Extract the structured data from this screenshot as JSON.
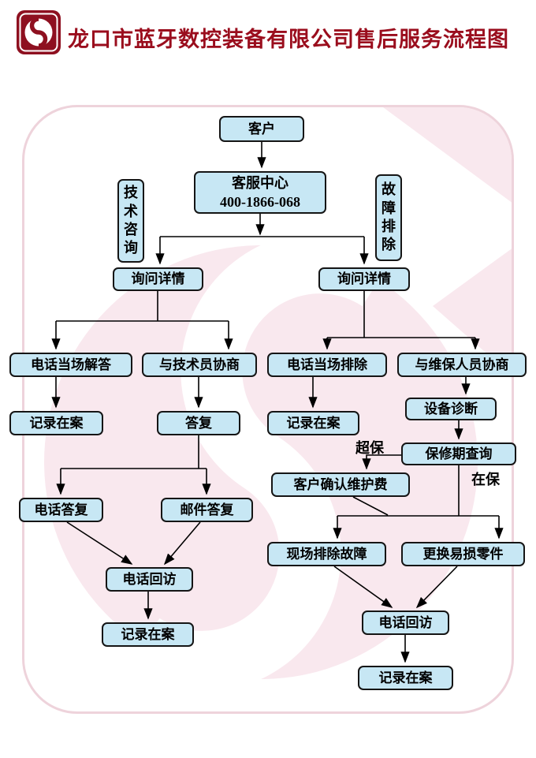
{
  "header": {
    "title": "龙口市蓝牙数控装备有限公司售后服务流程图"
  },
  "flow": {
    "customer": "客户",
    "service_center": {
      "line1": "客服中心",
      "line2": "400-1866-068"
    },
    "branch_left_label": "技术咨询",
    "branch_right_label": "故障排除",
    "inquiry_left": "询问详情",
    "inquiry_right": "询问详情",
    "phone_answer": "电话当场解答",
    "tech_negotiate": "与技术员协商",
    "phone_eliminate": "电话当场排除",
    "maint_negotiate": "与维保人员协商",
    "record_after_answer": "记录在案",
    "reply": "答复",
    "record_after_eliminate": "记录在案",
    "device_diagnosis": "设备诊断",
    "warranty_query": "保修期查询",
    "over_warranty": "超保",
    "in_warranty": "在保",
    "fee_confirm": "客户确认维护费",
    "phone_reply": "电话答复",
    "mail_reply": "邮件答复",
    "onsite_fix": "现场排除故障",
    "replace_parts": "更换易损零件",
    "callback_left": "电话回访",
    "record_after_callback_left": "记录在案",
    "callback_right": "电话回访",
    "record_after_callback_right": "记录在案"
  },
  "colors": {
    "title": "#9a0d1d",
    "logo": "#8e1020",
    "node_fill": "#c7e7f4",
    "node_border": "#151515",
    "frame_border": "#eed3db",
    "watermark_pink": "#f9e8ee"
  }
}
